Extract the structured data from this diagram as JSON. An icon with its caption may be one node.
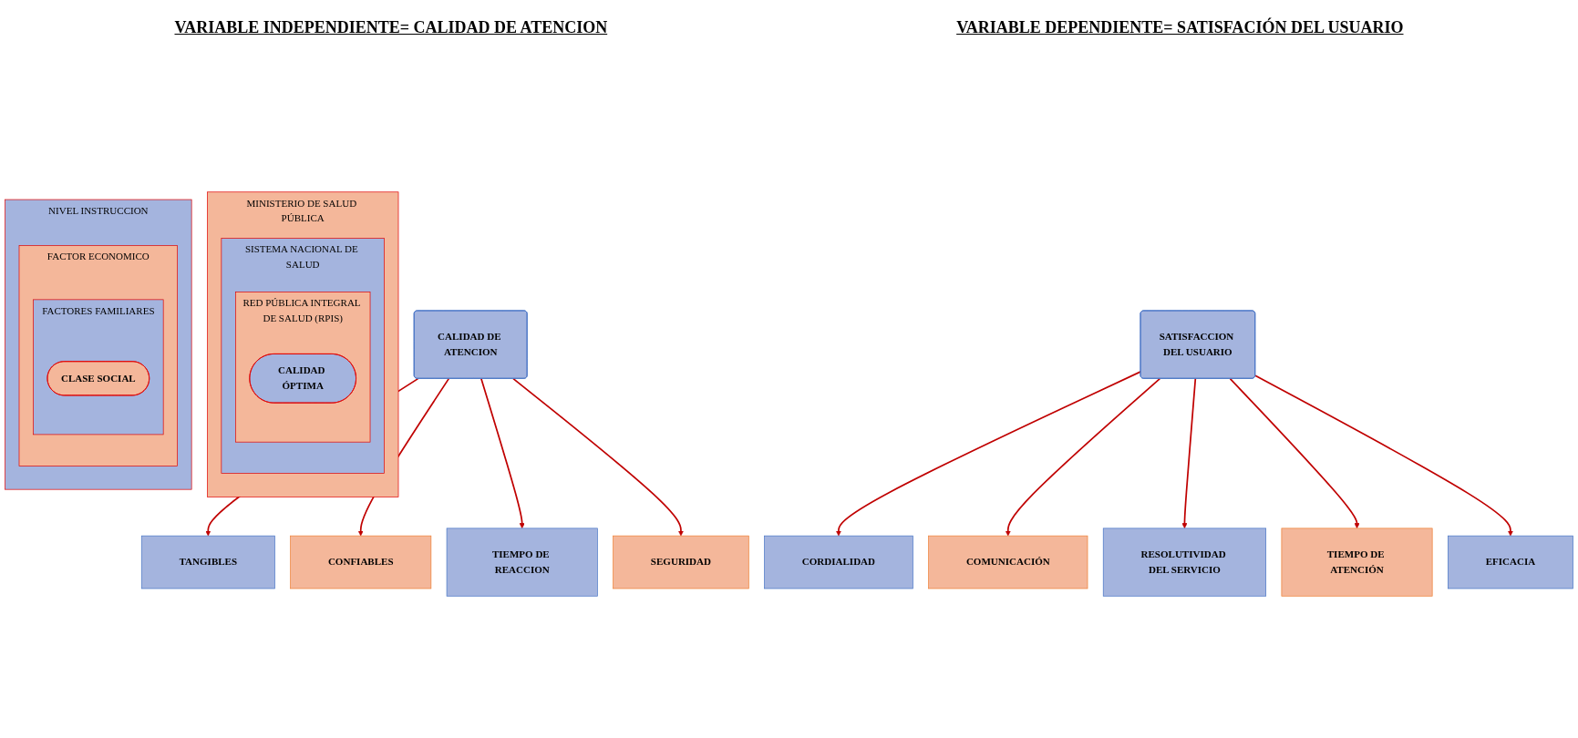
{
  "diagram": {
    "nodes": [
      {
        "text": [
          "MINISTERIO DE SALUD PÚBLICA"
        ]
      },
      {
        "text": [
          "SISTEMA NACIONAL DE SALUD"
        ],
        "in": 0
      },
      {
        "text": [
          "RED PÚBLICA INTEGRAL DE SALUD (RPIS)"
        ],
        "in": 1
      },
      {
        "text": [
          "CALIDAD ÓPTIMA"
        ],
        "in": 2
      },
      {
        "text": [
          "CALIDAD DE ATENCION"
        ]
      },
      {
        "text": [
          "TANGIBLES"
        ]
      },
      {
        "text": [
          "CONFIABLES"
        ]
      },
      {
        "text": [
          "TIEMPO DE REACCION"
        ]
      },
      {
        "text": [
          "SEGURIDAD"
        ]
      },
      {
        "text": [
          "NIVEL INSTRUCCION"
        ]
      },
      {
        "text": [
          "FACTOR ECONOMICO"
        ],
        "in": 9
      },
      {
        "text": [
          "FACTORES FAMILIARES"
        ],
        "in": 10
      },
      {
        "text": [
          "CLASE SOCIAL"
        ],
        "in": 11
      },
      {
        "text": [
          "SATISFACCION DEL USUARIO"
        ]
      },
      {
        "text": [
          "CORDIALIDAD"
        ]
      },
      {
        "text": [
          "COMUNICACIÓN"
        ]
      },
      {
        "text": [
          "RESOLUTIVIDAD DEL SERVICIO"
        ]
      },
      {
        "text": [
          "TIEMPO DE ATENCIÓN"
        ]
      },
      {
        "text": [
          "EFICACIA"
        ]
      }
    ],
    "edges": [
      {
        "from": 4,
        "to": 5,
        "arrow": "to"
      },
      {
        "from": 4,
        "to": 6,
        "arrow": "to"
      },
      {
        "from": 4,
        "to": 7,
        "arrow": "to"
      },
      {
        "from": 4,
        "to": 8,
        "arrow": "to"
      },
      {
        "from": 13,
        "to": 14,
        "arrow": "to"
      },
      {
        "from": 13,
        "to": 15,
        "arrow": "to"
      },
      {
        "from": 13,
        "to": 16,
        "arrow": "to"
      },
      {
        "from": 13,
        "to": 17,
        "arrow": "to"
      },
      {
        "from": 13,
        "to": 18,
        "arrow": "to"
      }
    ],
    "labels": [
      "VARIABLE INDEPENDIENTE= CALIDAD DE ATENCION",
      "VARIABLE DEPENDIENTE= SATISFACIÓN DEL USUARIO"
    ]
  }
}
